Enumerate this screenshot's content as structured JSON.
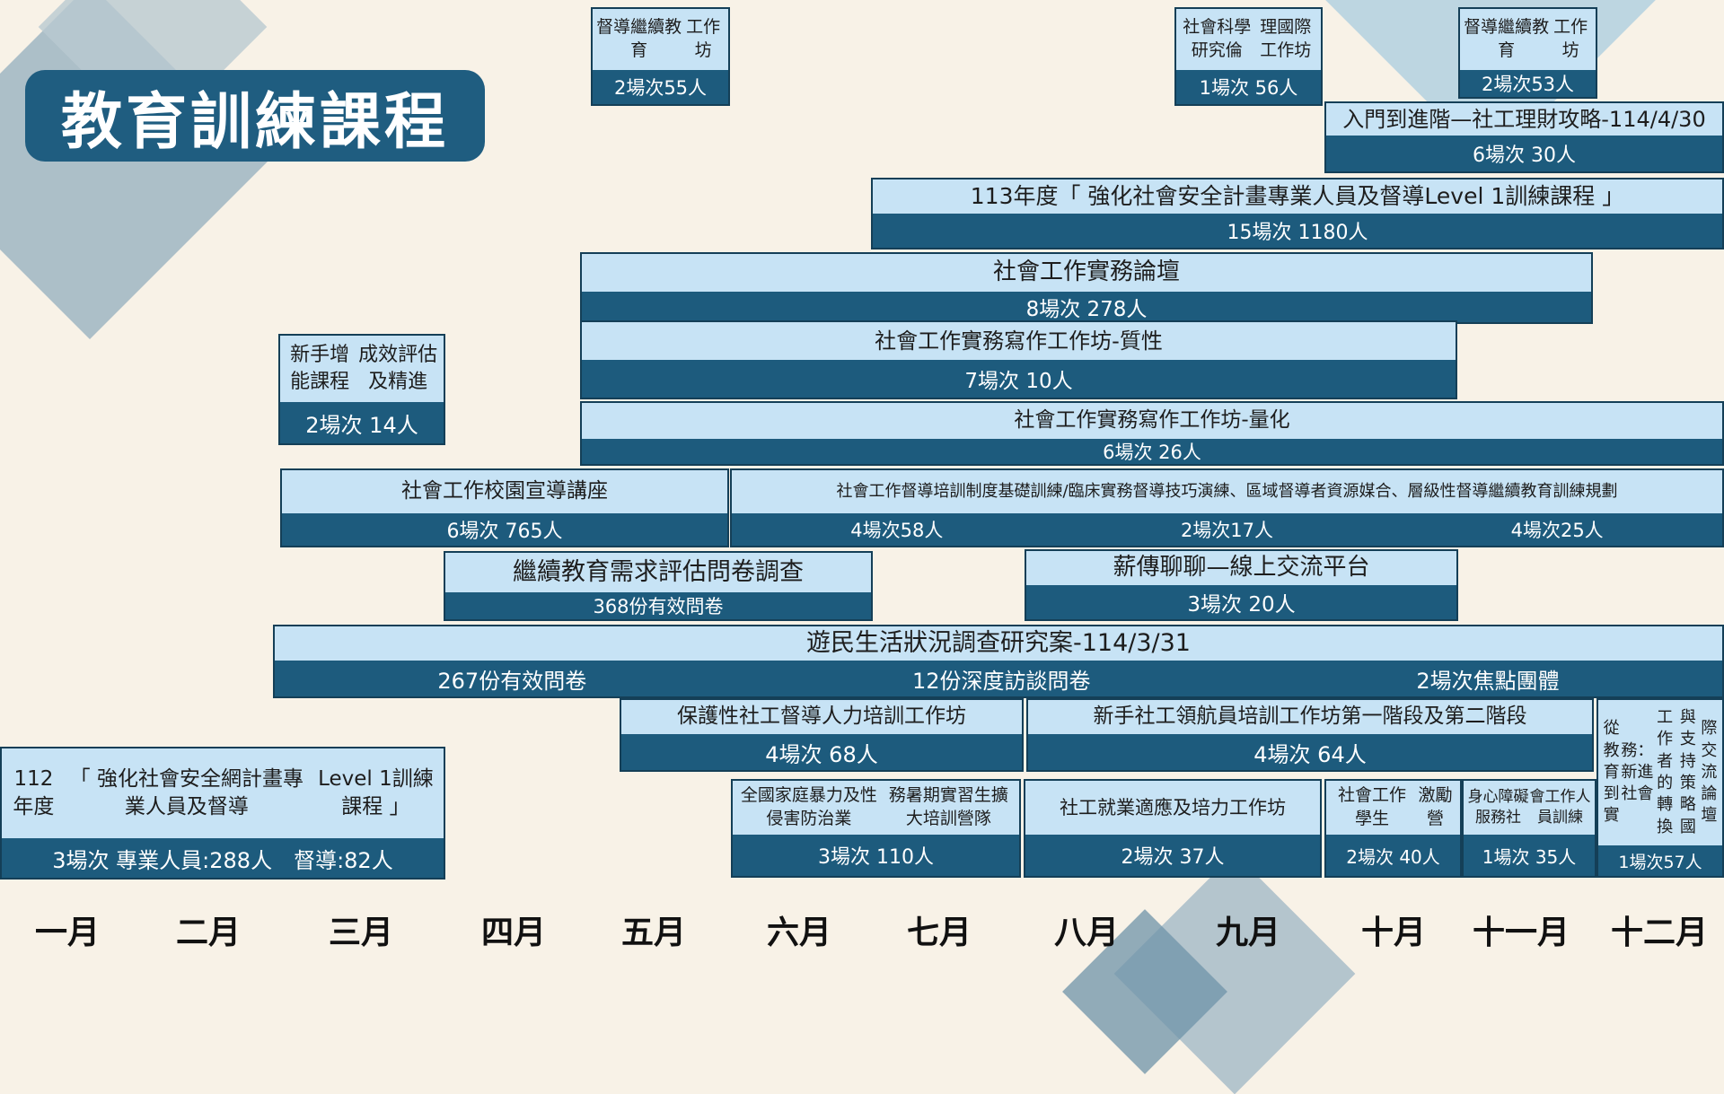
{
  "page_title": "教育訓練課程",
  "months": [
    "一月",
    "二月",
    "三月",
    "四月",
    "五月",
    "六月",
    "七月",
    "八月",
    "九月",
    "十月",
    "十一月",
    "十二月"
  ],
  "courses": [
    {
      "id": "supervision-workshop-may",
      "title": "督導繼續教育\n工作坊",
      "stat": "2場次55人"
    },
    {
      "id": "social-science-ethics",
      "title": "社會科學研究倫\n理國際工作坊",
      "stat": "1場次 56人"
    },
    {
      "id": "supervision-workshop-oct",
      "title": "督導繼續教育\n工作坊",
      "stat": "2場次53人"
    },
    {
      "id": "finance-strategy",
      "title": "入門到進階—社工理財攻略-114/4/30",
      "stat": "6場次 30人"
    },
    {
      "id": "safety-plan-113",
      "title": "113年度「 強化社會安全計畫專業人員及督導Level 1訓練課程 」",
      "stat": "15場次 1180人"
    },
    {
      "id": "practice-forum",
      "title": "社會工作實務論壇",
      "stat": "8場次 278人"
    },
    {
      "id": "writing-qualitative",
      "title": "社會工作實務寫作工作坊-質性",
      "stat": "7場次 10人"
    },
    {
      "id": "newcomer-evaluation",
      "title": "新手增能課程\n成效評估及精進",
      "stat": "2場次 14人"
    },
    {
      "id": "writing-quantitative",
      "title": "社會工作實務寫作工作坊-量化",
      "stat": "6場次 26人"
    },
    {
      "id": "campus-lecture",
      "title": "社會工作校園宣導講座",
      "stat": "6場次 765人"
    },
    {
      "id": "supervision-system",
      "title": "社會工作督導培訓制度基礎訓練/臨床實務督導技巧演練、區域督導者資源媒合、層級性督導繼續教育訓練規劃",
      "stats": [
        "4場次58人",
        "2場次17人",
        "4場次25人"
      ]
    },
    {
      "id": "needs-survey",
      "title": "繼續教育需求評估問卷調查",
      "stat": "368份有效問卷"
    },
    {
      "id": "online-platform",
      "title": "薪傳聊聊—線上交流平台",
      "stat": "3場次 20人"
    },
    {
      "id": "homeless-survey",
      "title": "遊民生活狀況調查研究案-114/3/31",
      "stats": [
        "267份有效問卷",
        "12份深度訪談問卷",
        "2場次焦點團體"
      ]
    },
    {
      "id": "protective-supervision",
      "title": "保護性社工督導人力培訓工作坊",
      "stat": "4場次 68人"
    },
    {
      "id": "navigator-training",
      "title": "新手社工領航員培訓工作坊第一階段及第二階段",
      "stat": "4場次 64人"
    },
    {
      "id": "transition-forum",
      "title": "從教育到實\n務：新進社會\n工作者的轉換\n與支持策略國\n際交流論壇",
      "stat": "1場次57人"
    },
    {
      "id": "safety-plan-112",
      "title": "112年度\n「 強化社會安全網計畫專業人員及督導\nLevel 1訓練課程 」",
      "stat": "3場次 專業人員:288人　督導:82人"
    },
    {
      "id": "dv-summer-camp",
      "title": "全國家庭暴力及性侵害防治業\n務暑期實習生擴大培訓營隊",
      "stat": "3場次 110人"
    },
    {
      "id": "employment-adaptation",
      "title": "社工就業適應及培力\n工作坊",
      "stat": "2場次 37人"
    },
    {
      "id": "student-camp",
      "title": "社會工作學生\n激勵營",
      "stat": "2場次 40人"
    },
    {
      "id": "disability-training",
      "title": "身心障礙服務社\n會工作人員訓練",
      "stat": "1場次 35人"
    }
  ]
}
